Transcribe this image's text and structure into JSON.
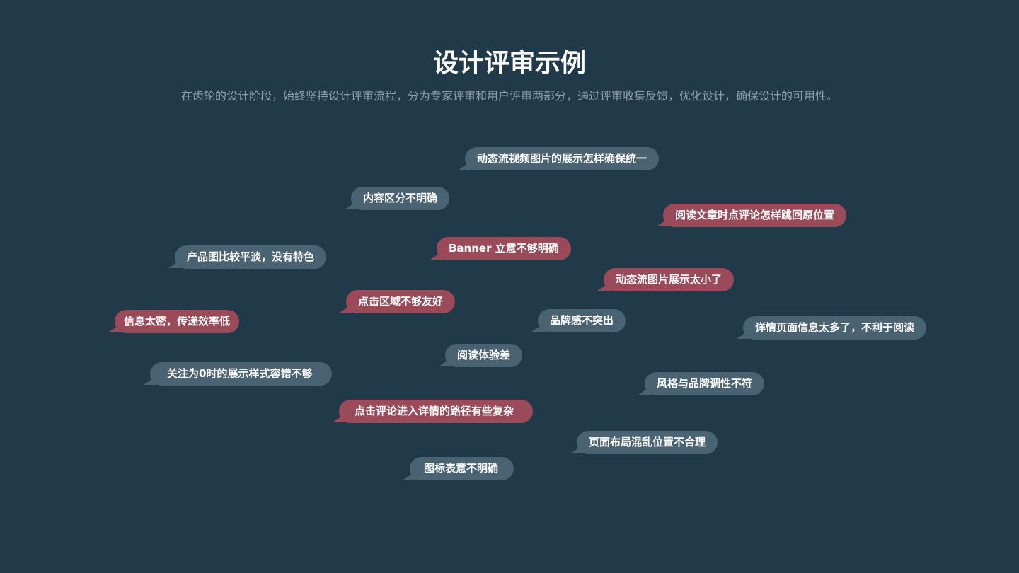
{
  "title": "设计评审示例",
  "subtitle": "在齿轮的设计阶段，始终坚持设计评审流程，分为专家评审和用户评审两部分，通过评审收集反馈，优化设计，确保设计的可用性。",
  "colors": {
    "background": "#213a4a",
    "user_review": "#4a6372",
    "expert_review": "#9a4a58"
  },
  "comments": [
    {
      "text": "动态流视频图片的展示怎样确保统一",
      "type": "gray"
    },
    {
      "text": "内容区分不明确",
      "type": "gray"
    },
    {
      "text": "阅读文章时点评论怎样跳回原位置",
      "type": "red"
    },
    {
      "text": "Banner 立意不够明确",
      "type": "red"
    },
    {
      "text": "产品图比较平淡，没有特色",
      "type": "gray"
    },
    {
      "text": "动态流图片展示太小了",
      "type": "red"
    },
    {
      "text": "点击区域不够友好",
      "type": "red"
    },
    {
      "text": "信息太密，传递效率低",
      "type": "red"
    },
    {
      "text": "品牌感不突出",
      "type": "gray"
    },
    {
      "text": "详情页面信息太多了，不利于阅读",
      "type": "gray"
    },
    {
      "text": "阅读体验差",
      "type": "gray"
    },
    {
      "text": "关注为0时的展示样式容错不够",
      "type": "gray"
    },
    {
      "text": "风格与品牌调性不符",
      "type": "gray"
    },
    {
      "text": "点击评论进入详情的路径有些复杂",
      "type": "red"
    },
    {
      "text": "页面布局混乱位置不合理",
      "type": "gray"
    },
    {
      "text": "图标表意不明确",
      "type": "gray"
    }
  ]
}
